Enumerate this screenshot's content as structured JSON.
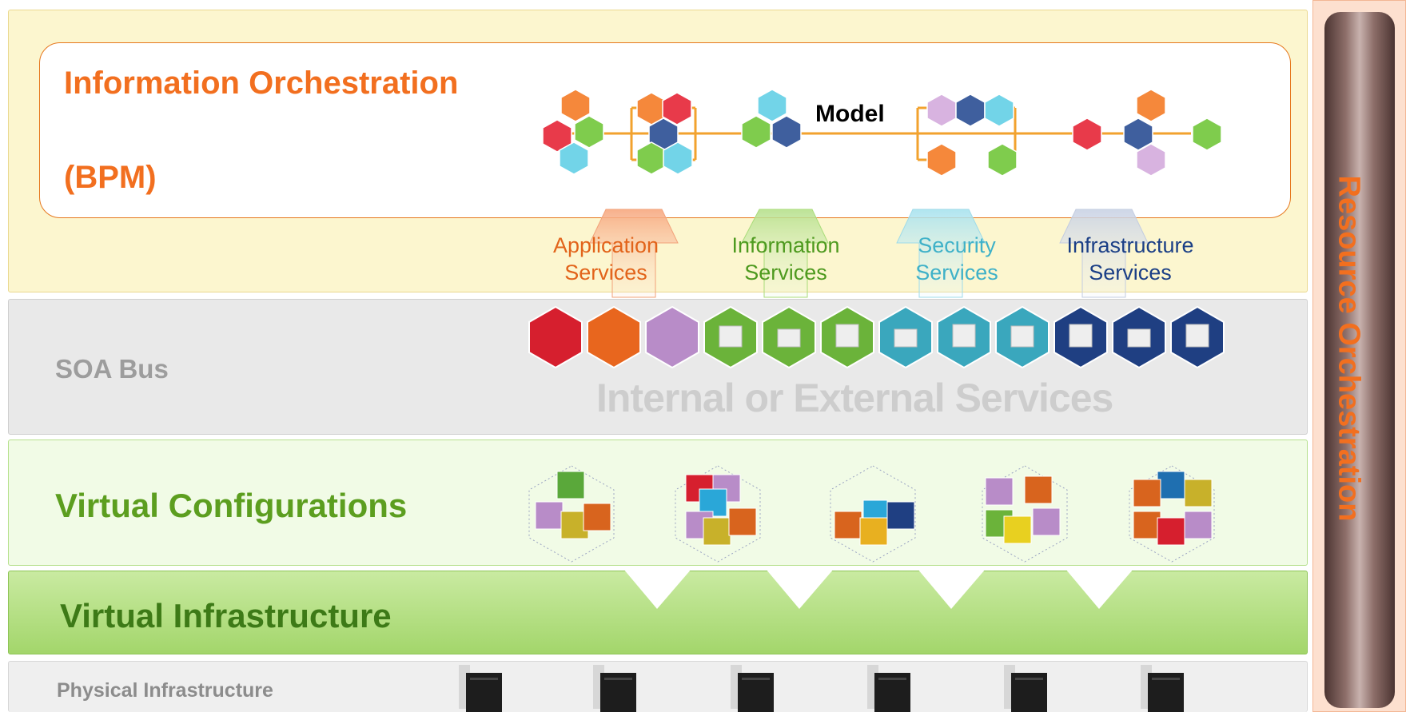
{
  "bpm": {
    "title_line1": "Information Orchestration",
    "title_line2": "(BPM)",
    "model_label": "Model"
  },
  "services": [
    {
      "line1": "Application",
      "line2": "Services",
      "color": "#e2641b"
    },
    {
      "line1": "Information",
      "line2": "Services",
      "color": "#4e9a1f"
    },
    {
      "line1": "Security",
      "line2": "Services",
      "color": "#3fb1c8"
    },
    {
      "line1": "Infrastructure",
      "line2": "Services",
      "color": "#1b3f86"
    }
  ],
  "soa_bus": {
    "label": "SOA Bus",
    "services_label": "Internal or External Services"
  },
  "virtual_configurations": {
    "label": "Virtual Configurations"
  },
  "virtual_infrastructure": {
    "label": "Virtual Infrastructure"
  },
  "physical_infrastructure": {
    "label": "Physical Infrastructure"
  },
  "side_panel": {
    "label": "Resource Orchestration"
  },
  "colors": {
    "orange": "#f26f1f",
    "green": "#5c9e1f",
    "grey": "#9d9d9d",
    "red": "#e52434",
    "purple": "#c49cd0",
    "cyan": "#6cd0e4",
    "navy": "#2d4c8e"
  }
}
